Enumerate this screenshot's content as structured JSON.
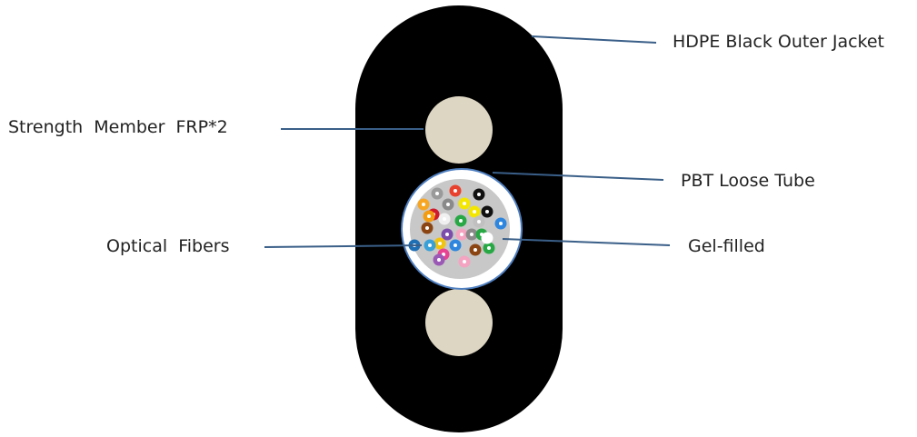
{
  "labels": {
    "jacket": "HDPE Black Outer Jacket",
    "strength": "Strength  Member  FRP*2",
    "tube": "PBT Loose Tube",
    "fibers": "Optical  Fibers",
    "gel": "Gel-filled"
  },
  "colors": {
    "jacket": "#000000",
    "strength_member": "#ddd6c3",
    "tube_ring": "#4f7fc0",
    "tube_fill": "#ffffff",
    "gel": "#c8c8c8",
    "leader_line": "#3a5f88"
  },
  "fibers": [
    {
      "color": "#9a9a9a"
    },
    {
      "color": "#e8412d"
    },
    {
      "color": "#111111"
    },
    {
      "color": "#f6a623"
    },
    {
      "color": "#8a8a8a"
    },
    {
      "color": "#f3e600"
    },
    {
      "color": "#111111"
    },
    {
      "color": "#d11a2a"
    },
    {
      "color": "#f3e600"
    },
    {
      "color": "#f39c12"
    },
    {
      "color": "#f0f0f0"
    },
    {
      "color": "#27a844"
    },
    {
      "color": "#c0c0c0"
    },
    {
      "color": "#8b4513"
    },
    {
      "color": "#f4a3c0"
    },
    {
      "color": "#7c4dab"
    },
    {
      "color": "#2e86de"
    },
    {
      "color": "#f1c40f"
    },
    {
      "color": "#3aa0d8"
    },
    {
      "color": "#8a8a8a"
    },
    {
      "color": "#2e86de"
    },
    {
      "color": "#8b4513"
    },
    {
      "color": "#27a844"
    },
    {
      "color": "#e84393"
    },
    {
      "color": "#9b59b6"
    },
    {
      "color": "#27a844"
    },
    {
      "color": "#ffffff"
    },
    {
      "color": "#1f6fb5"
    },
    {
      "color": "#f4a3c0"
    }
  ]
}
